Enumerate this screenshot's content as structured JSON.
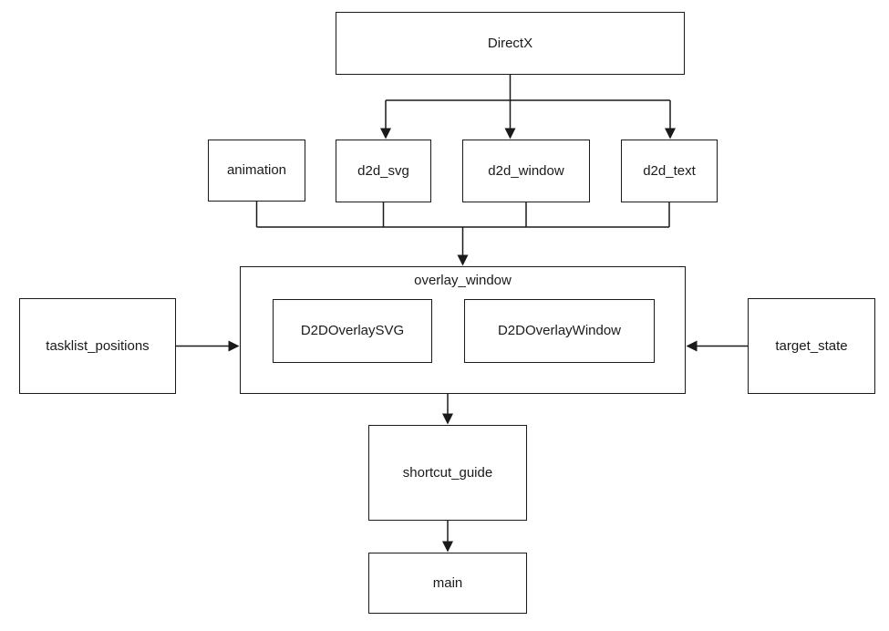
{
  "diagram": {
    "background": "#ffffff",
    "stroke_color": "#1a1a1a",
    "text_color": "#1a1a1a",
    "nodes": {
      "directx": {
        "label": "DirectX"
      },
      "animation": {
        "label": "animation"
      },
      "d2d_svg": {
        "label": "d2d_svg"
      },
      "d2d_window": {
        "label": "d2d_window"
      },
      "d2d_text": {
        "label": "d2d_text"
      },
      "overlay_window": {
        "label": "overlay_window"
      },
      "d2d_overlay_svg": {
        "label": "D2DOverlaySVG"
      },
      "d2d_overlay_window": {
        "label": "D2DOverlayWindow"
      },
      "tasklist_positions": {
        "label": "tasklist_positions"
      },
      "target_state": {
        "label": "target_state"
      },
      "shortcut_guide": {
        "label": "shortcut_guide"
      },
      "main": {
        "label": "main"
      }
    },
    "edges": [
      {
        "from": "DirectX",
        "to": "d2d_svg"
      },
      {
        "from": "DirectX",
        "to": "d2d_window"
      },
      {
        "from": "DirectX",
        "to": "d2d_text"
      },
      {
        "from": "animation",
        "to": "overlay_window"
      },
      {
        "from": "d2d_svg",
        "to": "overlay_window"
      },
      {
        "from": "d2d_window",
        "to": "overlay_window"
      },
      {
        "from": "d2d_text",
        "to": "overlay_window"
      },
      {
        "from": "tasklist_positions",
        "to": "overlay_window"
      },
      {
        "from": "target_state",
        "to": "overlay_window"
      },
      {
        "from": "overlay_window",
        "to": "shortcut_guide"
      },
      {
        "from": "shortcut_guide",
        "to": "main"
      }
    ]
  }
}
